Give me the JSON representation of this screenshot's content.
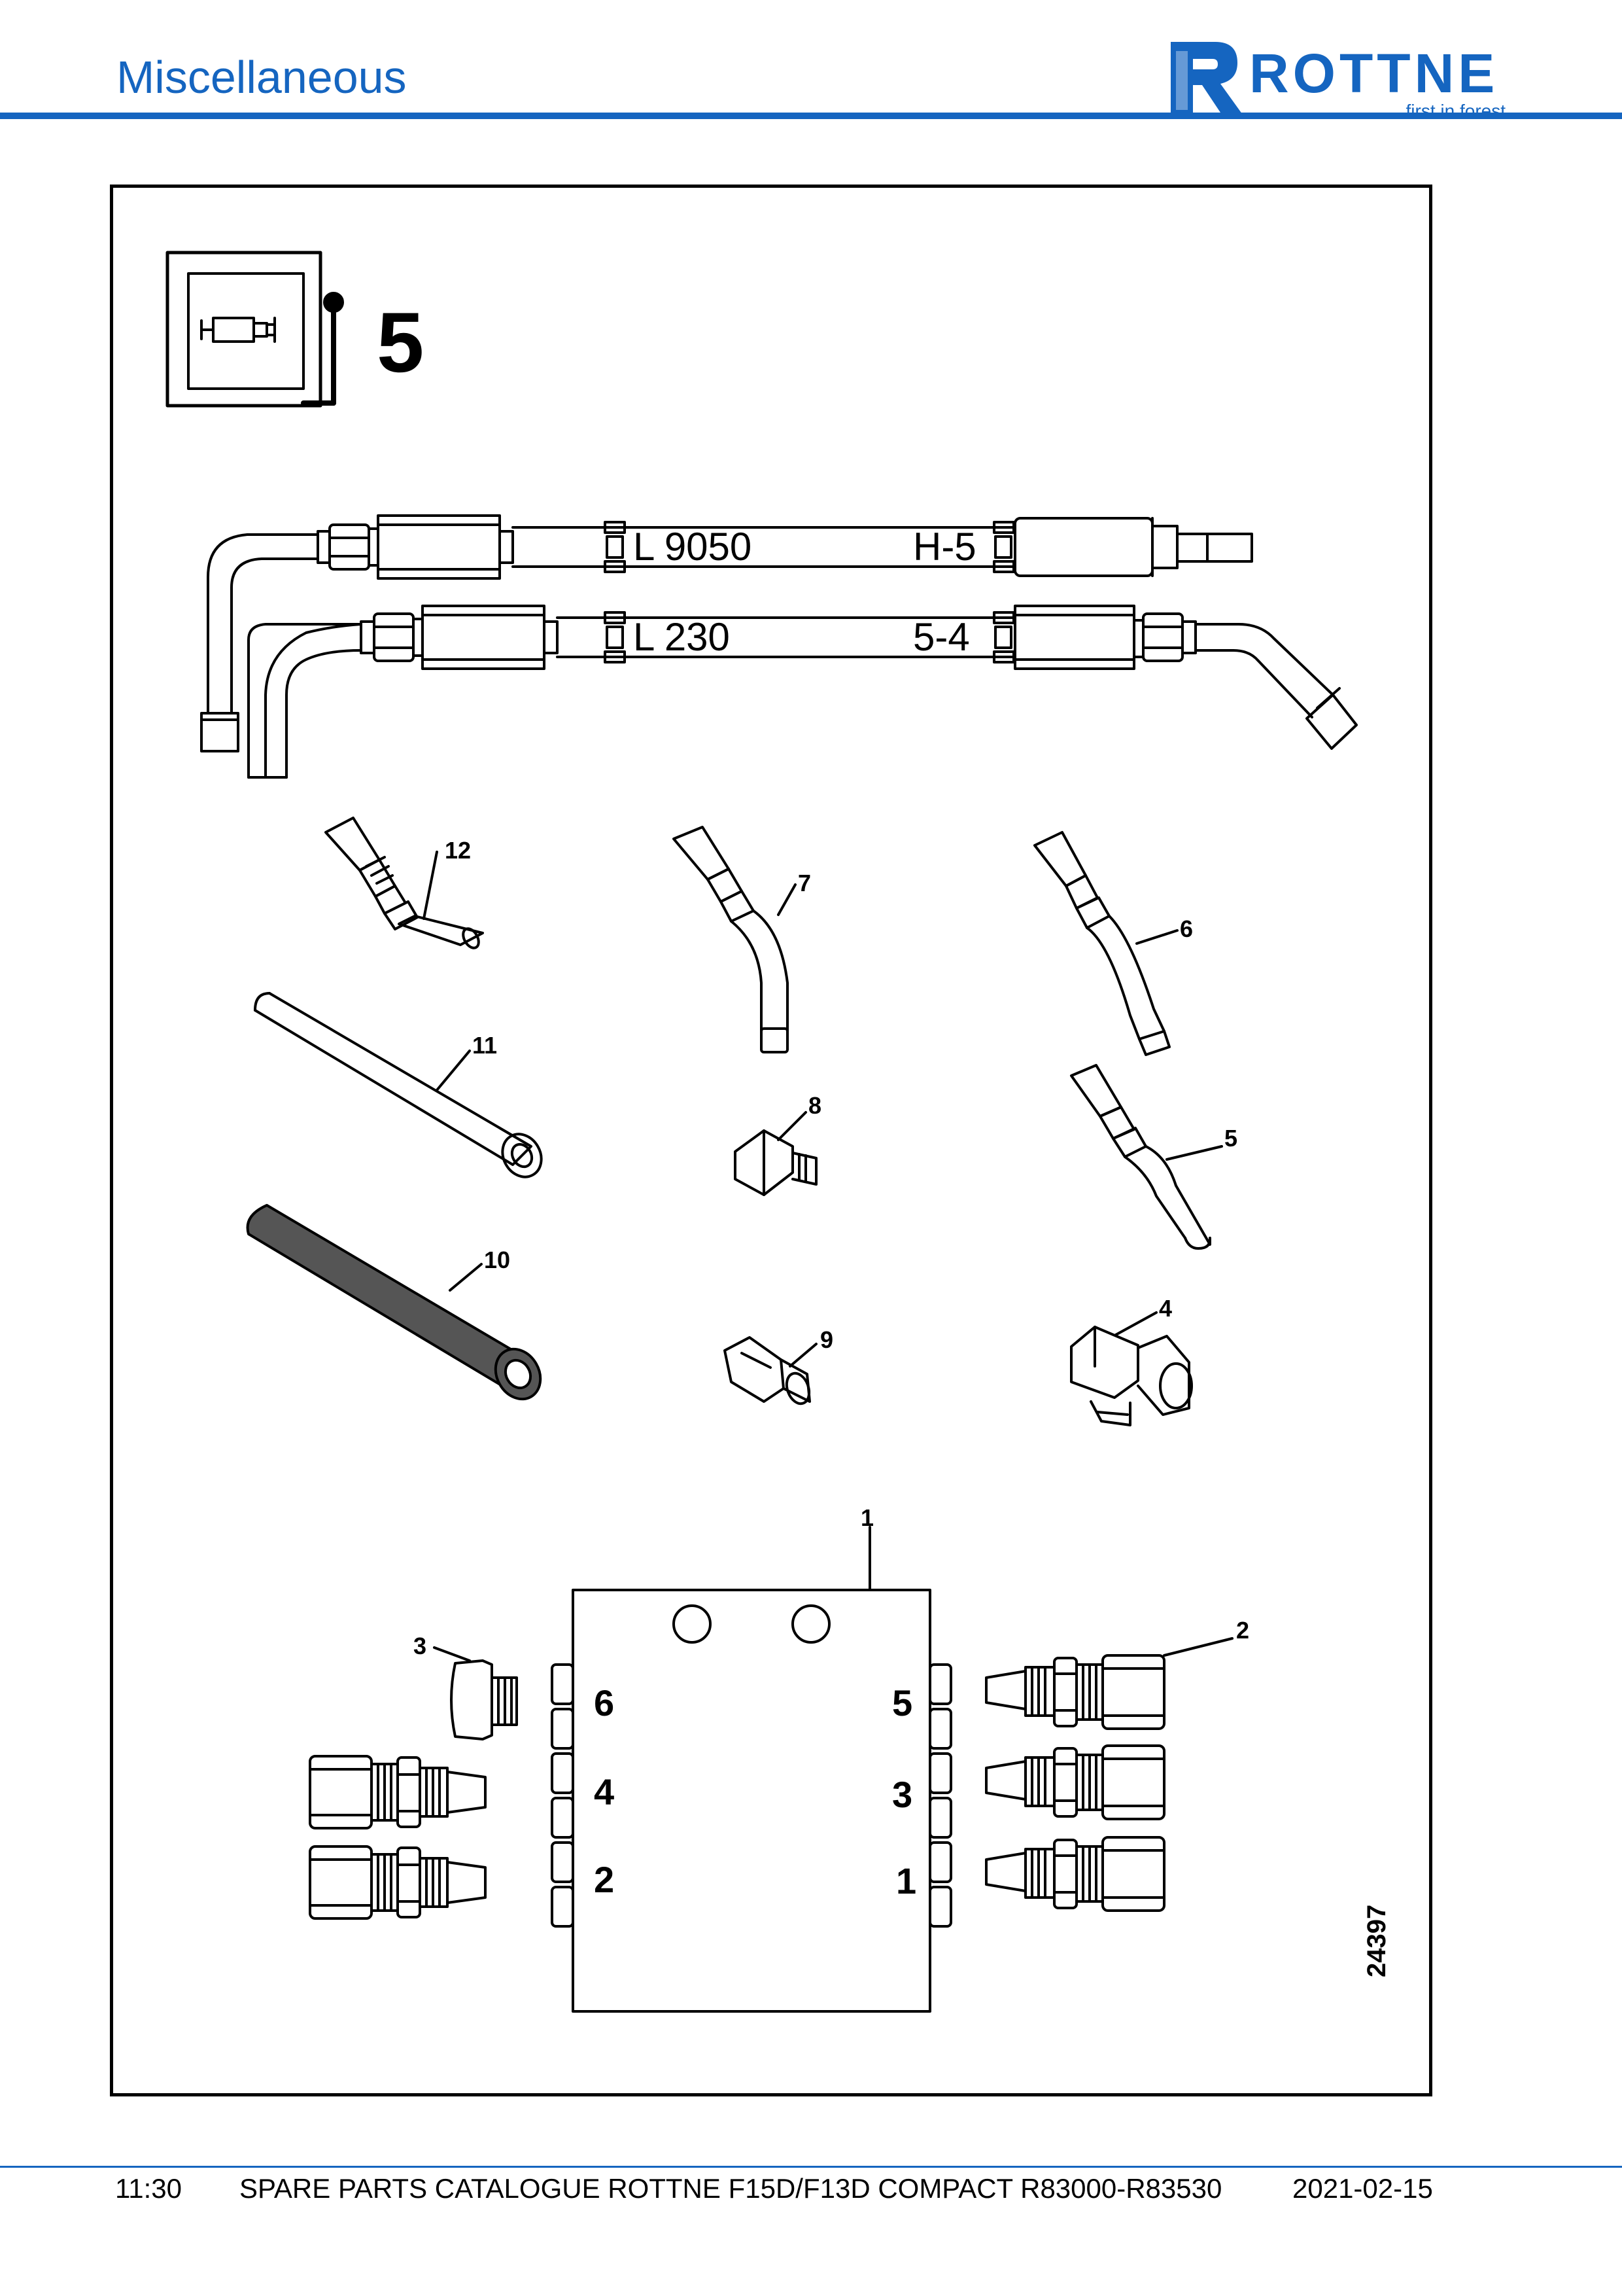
{
  "header": {
    "title": "Miscellaneous",
    "logo_word": "ROTTNE",
    "logo_tagline": "first in forest",
    "brand_color": "#1565c0"
  },
  "figure": {
    "group_number": "5",
    "group_icon": "hydraulic-cylinder-lever-icon",
    "drawing_number": "24397",
    "hoses": [
      {
        "length": "L 9050",
        "code": "H-5"
      },
      {
        "length": "L 230",
        "code": "5-4"
      }
    ],
    "callouts": [
      "1",
      "2",
      "3",
      "4",
      "5",
      "6",
      "7",
      "8",
      "9",
      "10",
      "11",
      "12"
    ],
    "block_ports": [
      "6",
      "5",
      "4",
      "3",
      "2",
      "1"
    ]
  },
  "footer": {
    "time": "11:30",
    "title": "SPARE PARTS CATALOGUE ROTTNE F15D/F13D COMPACT R83000-R83530",
    "date": "2021-02-15"
  }
}
